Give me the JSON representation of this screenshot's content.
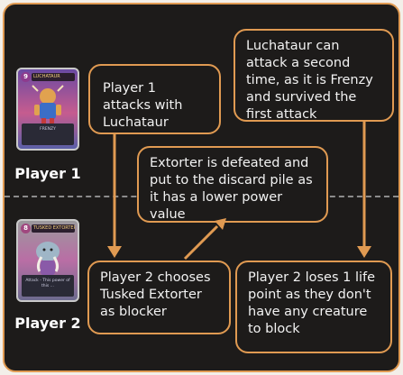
{
  "colors": {
    "frame_bg": "#1d1b1a",
    "accent": "#e09a52",
    "text": "#f2f2f2",
    "divider": "#8c8c8c"
  },
  "players": {
    "p1": {
      "label": "Player 1",
      "card": {
        "cost": "9",
        "name": "LUCHATAUR",
        "ability": "FRENZY"
      }
    },
    "p2": {
      "label": "Player 2",
      "card": {
        "cost": "8",
        "name": "TUSKED EXTORTER",
        "ability": "Attack - This power of this ..."
      }
    }
  },
  "steps": {
    "p1_attack": "Player 1 attacks with Luchataur",
    "p2_block": "Player 2 chooses Tusked Extorter as blocker",
    "defeated": "Extorter is defeated and put to the discard pile as it has a lower  power value",
    "second_attack": "Luchataur can attack a second time, as it is Frenzy and survived the first attack",
    "life_loss": "Player 2 loses 1 life point as they don't have any creature to block"
  }
}
